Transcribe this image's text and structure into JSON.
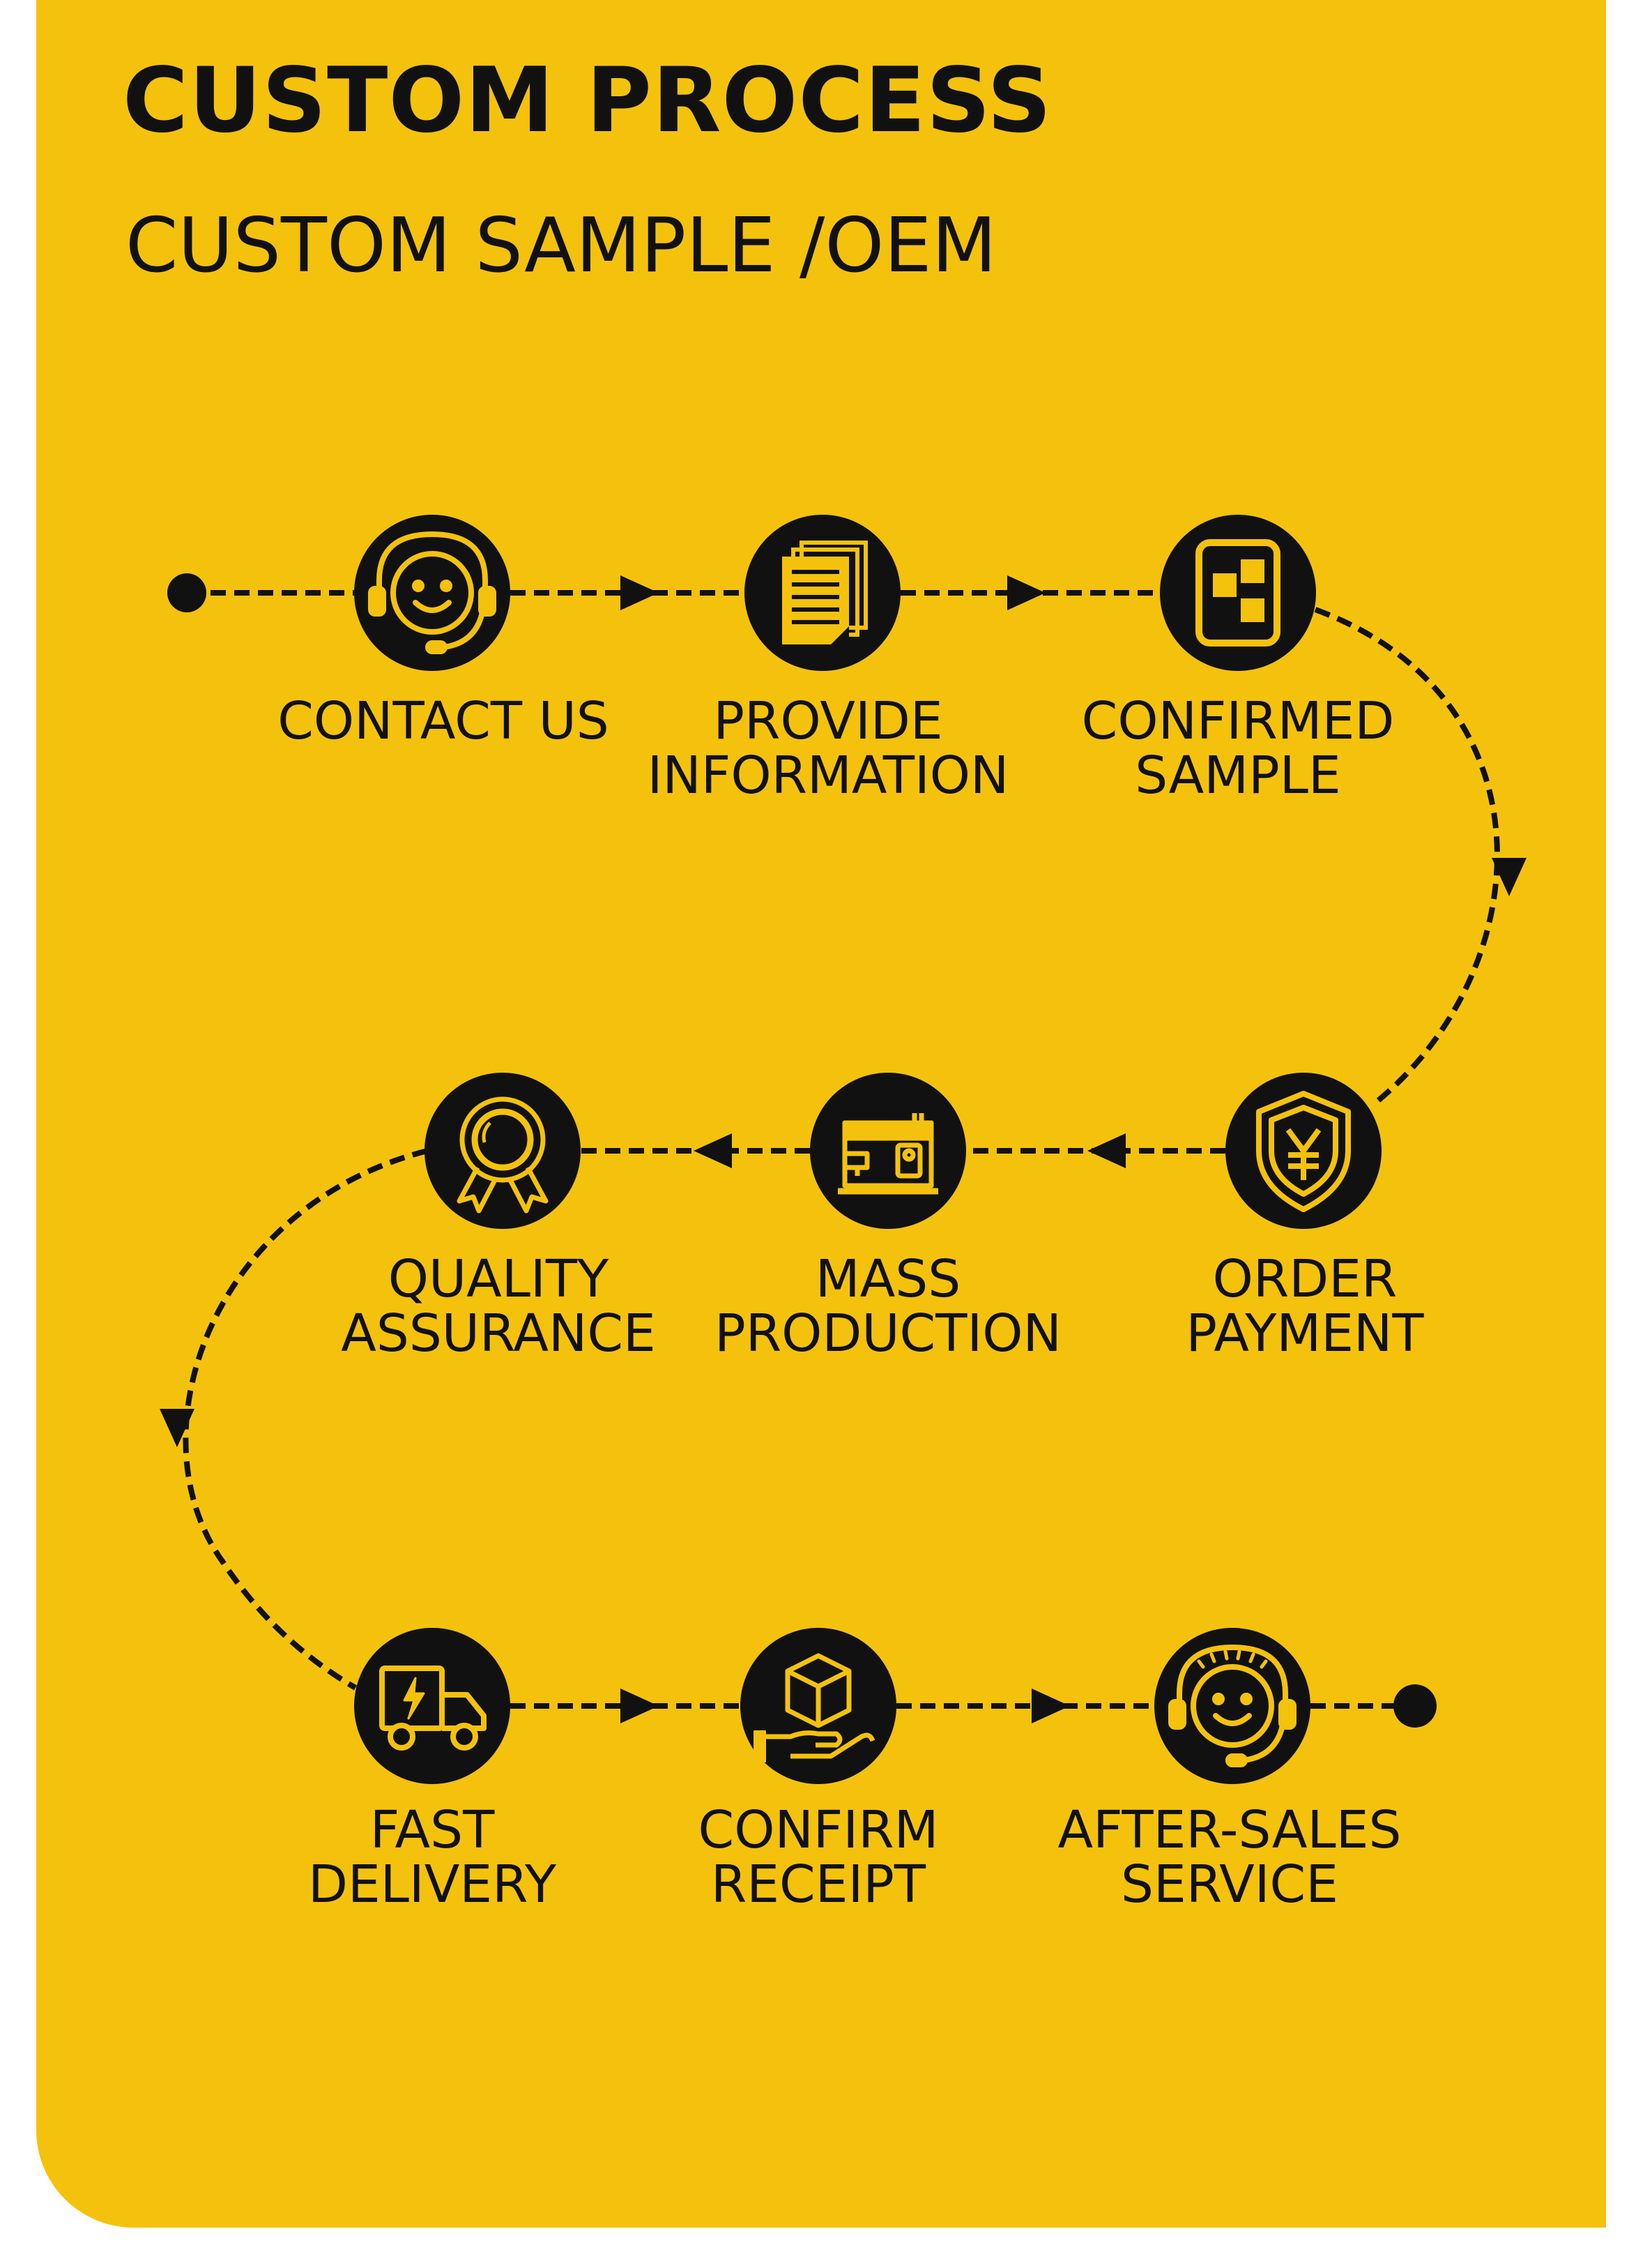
{
  "header": {
    "title": "CUSTOM PROCESS",
    "subtitle": "CUSTOM SAMPLE /OEM"
  },
  "colors": {
    "background": "#f4c20d",
    "ink": "#111111",
    "icon_fill": "#111111",
    "icon_line": "#f4c20d"
  },
  "steps": [
    {
      "icon": "customer-service-icon",
      "line1": "CONTACT US",
      "line2": ""
    },
    {
      "icon": "document-icon",
      "line1": "PROVIDE",
      "line2": "INFORMATION"
    },
    {
      "icon": "sample-swatch-icon",
      "line1": "CONFIRMED",
      "line2": "SAMPLE"
    },
    {
      "icon": "yen-shield-icon",
      "line1": "ORDER",
      "line2": "PAYMENT"
    },
    {
      "icon": "sewing-machine-icon",
      "line1": "MASS",
      "line2": "PRODUCTION"
    },
    {
      "icon": "award-badge-icon",
      "line1": "QUALITY",
      "line2": "ASSURANCE"
    },
    {
      "icon": "delivery-truck-icon",
      "line1": "FAST",
      "line2": "DELIVERY"
    },
    {
      "icon": "box-in-hand-icon",
      "line1": "CONFIRM",
      "line2": "RECEIPT"
    },
    {
      "icon": "after-sales-icon",
      "line1": "AFTER-SALES",
      "line2": "SERVICE"
    }
  ]
}
